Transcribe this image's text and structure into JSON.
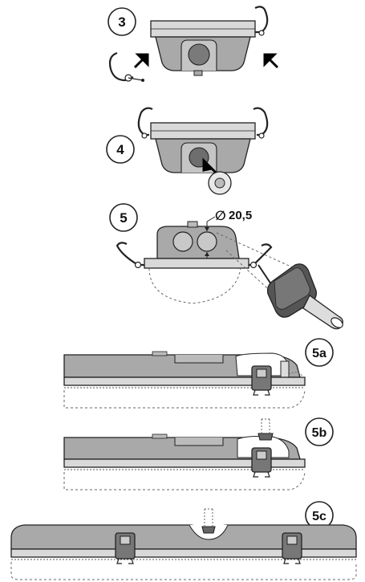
{
  "steps": {
    "s3": "3",
    "s4": "4",
    "s5": "5",
    "s5a": "5a",
    "s5b": "5b",
    "s5c": "5c"
  },
  "dimension": {
    "symbol": "∅",
    "value": "20,5"
  },
  "colors": {
    "housing": "#a9a9a9",
    "housing_dark": "#8a8a8a",
    "lid": "#d9d9d9",
    "outline": "#222222",
    "dashed": "#666666",
    "arrow": "#000000"
  }
}
